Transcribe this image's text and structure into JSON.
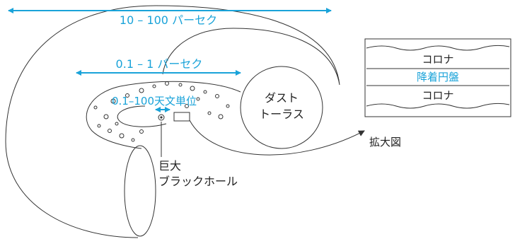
{
  "labels": {
    "scale_outer": "10 – 100 パーセク",
    "scale_middle": "0.1 – 1 パーセク",
    "scale_inner": "0.1–100天文単位",
    "dust_torus_line1": "ダスト",
    "dust_torus_line2": "トーラス",
    "bh_line1": "巨大",
    "bh_line2": "ブラックホール",
    "zoom_caption": "拡大図"
  },
  "zoom_panel": {
    "corona_top": "コロナ",
    "accretion_disk": "降着円盤",
    "corona_bottom": "コロナ"
  },
  "colors": {
    "accent": "#1aa3d9",
    "line": "#333333"
  }
}
